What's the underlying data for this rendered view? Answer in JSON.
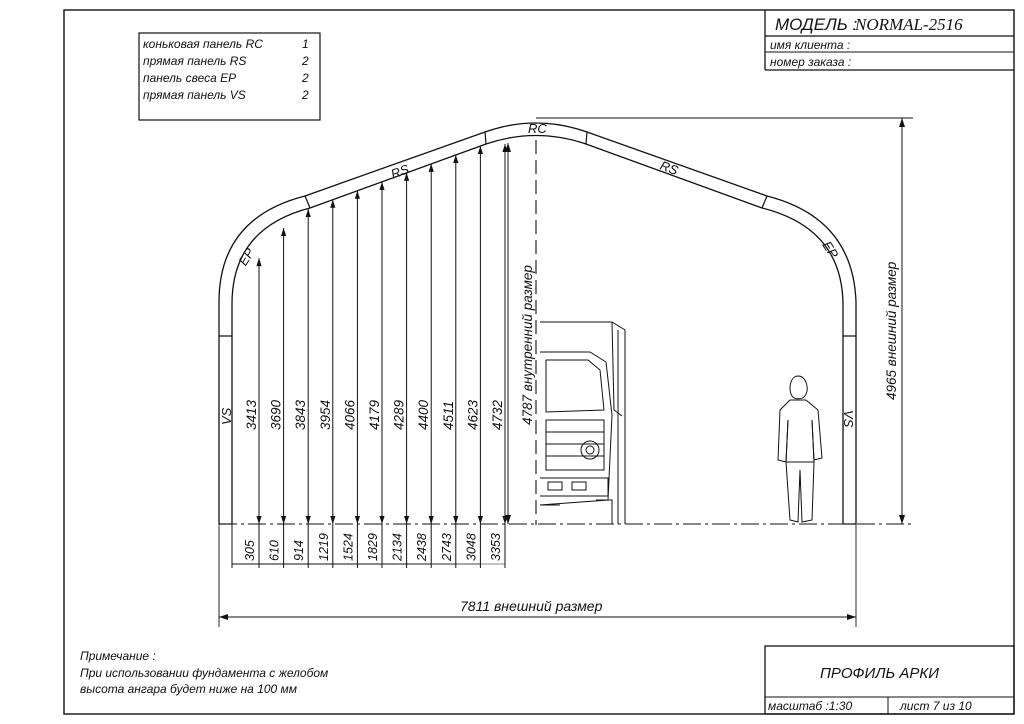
{
  "title_block": {
    "model": "МОДЕЛЬ :",
    "model_name": "NORMAL-2516",
    "client_label": "имя клиента :",
    "order_label": "номер заказа :"
  },
  "legend": [
    {
      "label": "коньковая панель RC",
      "count": "1"
    },
    {
      "label": "прямая панель RS",
      "count": "2"
    },
    {
      "label": "панель свеса EP",
      "count": "2"
    },
    {
      "label": "прямая панель VS",
      "count": "2"
    }
  ],
  "panels": {
    "rc": "RC",
    "rs_left": "RS",
    "rs_right": "RS",
    "ep_left": "EP",
    "ep_right": "EP",
    "vs_left": "VS",
    "vs_right": "VS"
  },
  "heights": [
    "3413",
    "3690",
    "3843",
    "3954",
    "4066",
    "4179",
    "4289",
    "4400",
    "4511",
    "4623",
    "4732"
  ],
  "offsets": [
    "305",
    "610",
    "914",
    "1219",
    "1524",
    "1829",
    "2134",
    "2438",
    "2743",
    "3048",
    "3353"
  ],
  "dims": {
    "inner": "4787  внутренний размер",
    "outer_height": "4965  внешний размер",
    "outer_width": "7811  внешний размер"
  },
  "note": {
    "title": "Примечание :",
    "line1": "При использовании фундамента с желобом",
    "line2": "высота ангара будет ниже на  100  мм"
  },
  "stamp": {
    "title": "ПРОФИЛЬ АРКИ",
    "scale": "масштаб :1:30",
    "sheet": "лист  7  из  10"
  }
}
